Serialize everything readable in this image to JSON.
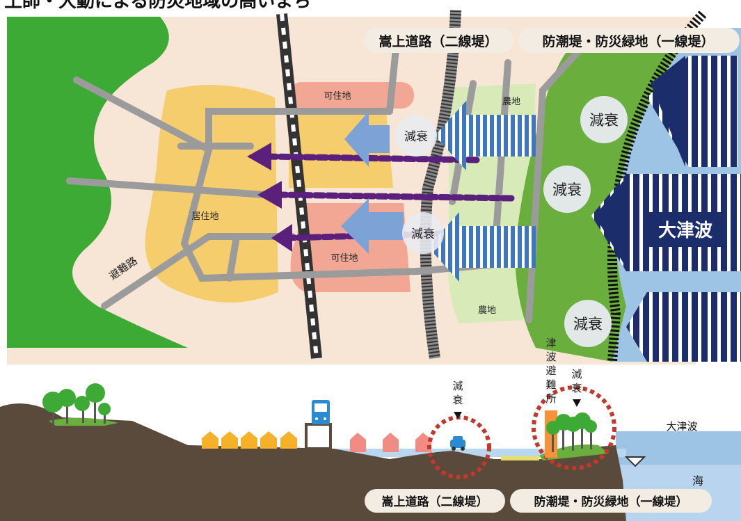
{
  "heading": "土師・大動による防災地域の高いまち",
  "labels": {
    "embankment_road_top": "嵩上道路（二線堤）",
    "seawall_top": "防潮堤・防災緑地（一線堤）",
    "habitable_upper": "可住地",
    "habitable_lower": "可住地",
    "residential": "居住地",
    "farmland_upper": "農地",
    "farmland_lower": "農地",
    "evacuation_route": "避難路",
    "big_tsunami_map": "大津波",
    "attenuation": "減衰",
    "shelter": "津波避難所",
    "big_tsunami_section": "大津波",
    "sea": "海",
    "embankment_road_bottom": "嵩上道路（二線堤）",
    "seawall_bottom": "防潮堤・防災緑地（一線堤）",
    "attenuation_vertical": "減衰"
  },
  "colors": {
    "background_land": "#f7e6d5",
    "hill_green": "#3daa35",
    "forest_green": "#6aaf3d",
    "residential_yellow": "#f6cd6c",
    "habitable_pink": "#f2a795",
    "farm_light_green": "#d9eab9",
    "road_gray": "#9b9b9b",
    "sea_blue": "#9dc4e4",
    "tsunami_navy": "#1c2d6b",
    "arrow_purple": "#5b1f7c",
    "arrow_blue": "#3f77bd",
    "ground_brown": "#5a4a3c",
    "house_orange": "#f5b12a",
    "house_pink": "#f08c84",
    "dashed_circle_red": "#c0392b"
  },
  "icons": {
    "train_station": "train-icon",
    "car": "car-icon",
    "water_level": "triangle-water-level-icon"
  }
}
